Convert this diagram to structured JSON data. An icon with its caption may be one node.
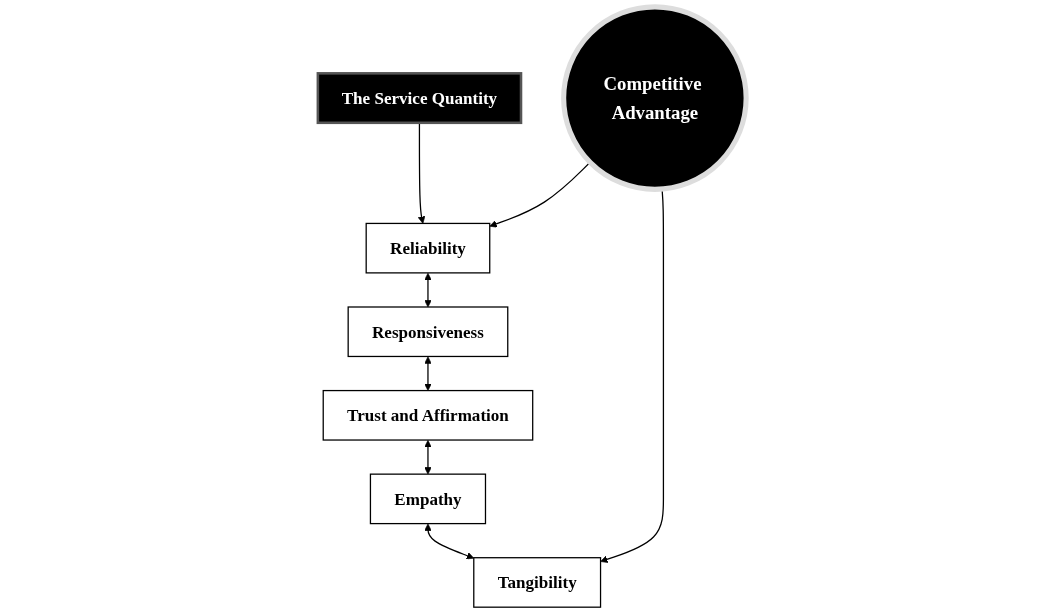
{
  "diagram": {
    "nodes": [
      {
        "text": [
          "The Service Quantity"
        ]
      },
      {
        "text": [
          "Reliability"
        ]
      },
      {
        "text": [
          "Responsiveness"
        ]
      },
      {
        "text": [
          "Trust and Affirmation"
        ]
      },
      {
        "text": [
          "Empathy"
        ]
      },
      {
        "text": [
          "Tangibility"
        ]
      },
      {
        "text": [
          "Competitive Advantage"
        ]
      }
    ],
    "edges": [
      {
        "from": 0,
        "to": 1,
        "arrow": "to"
      },
      {
        "from": 1,
        "to": 2,
        "arrow": "both"
      },
      {
        "from": 2,
        "to": 3,
        "arrow": "both"
      },
      {
        "from": 3,
        "to": 4,
        "arrow": "both"
      },
      {
        "from": 4,
        "to": 5,
        "arrow": "both"
      },
      {
        "from": 6,
        "to": 1,
        "arrow": "to"
      },
      {
        "from": 6,
        "to": 5,
        "arrow": "to"
      }
    ]
  }
}
